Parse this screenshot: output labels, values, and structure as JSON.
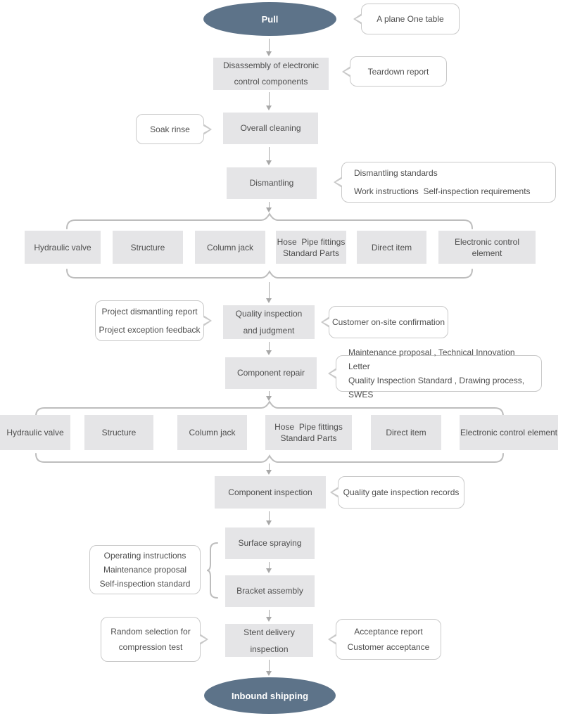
{
  "colors": {
    "accent": "#5d7389",
    "box-bg": "#e5e5e7",
    "box-text": "#4f4f4f",
    "callout-border": "#c9c9c9",
    "arrow": "#a8a8a8",
    "brace": "#bdbdbd",
    "bg": "#ffffff"
  },
  "terminals": {
    "start": "Pull",
    "end": "Inbound shipping"
  },
  "steps": {
    "disassembly": "Disassembly of electronic\ncontrol components",
    "overall_cleaning": "Overall cleaning",
    "dismantling": "Dismantling",
    "quality_inspection": "Quality inspection\nand judgment",
    "component_repair": "Component repair",
    "component_inspection": "Component inspection",
    "surface_spraying": "Surface spraying",
    "bracket_assembly": "Bracket assembly",
    "stent_delivery": "Stent delivery\ninspection"
  },
  "callouts": {
    "plane_table": "A plane One table",
    "teardown": "Teardown report",
    "soak_rinse": "Soak rinse",
    "dismantling_docs": "Dismantling standards\nWork instructions  Self-inspection requirements",
    "project_feedback": "Project dismantling report\nProject exception feedback",
    "customer_confirmation": "Customer on-site confirmation",
    "repair_docs": "Maintenance proposal , Technical Innovation Letter\nQuality Inspection Standard , Drawing process, SWES",
    "quality_gate": "Quality gate inspection records",
    "assembly_docs": "Operating instructions\nMaintenance proposal\nSelf-inspection standard",
    "random_compression": "Random selection for\ncompression test",
    "acceptance": "Acceptance report\nCustomer acceptance"
  },
  "component_rows": {
    "row1": [
      "Hydraulic valve",
      "Structure",
      "Column jack",
      "Hose  Pipe fittings\nStandard Parts",
      "Direct item",
      "Electronic control element"
    ],
    "row2": [
      "Hydraulic valve",
      "Structure",
      "Column jack",
      "Hose  Pipe fittings\nStandard Parts",
      "Direct item",
      "Electronic control element"
    ]
  }
}
